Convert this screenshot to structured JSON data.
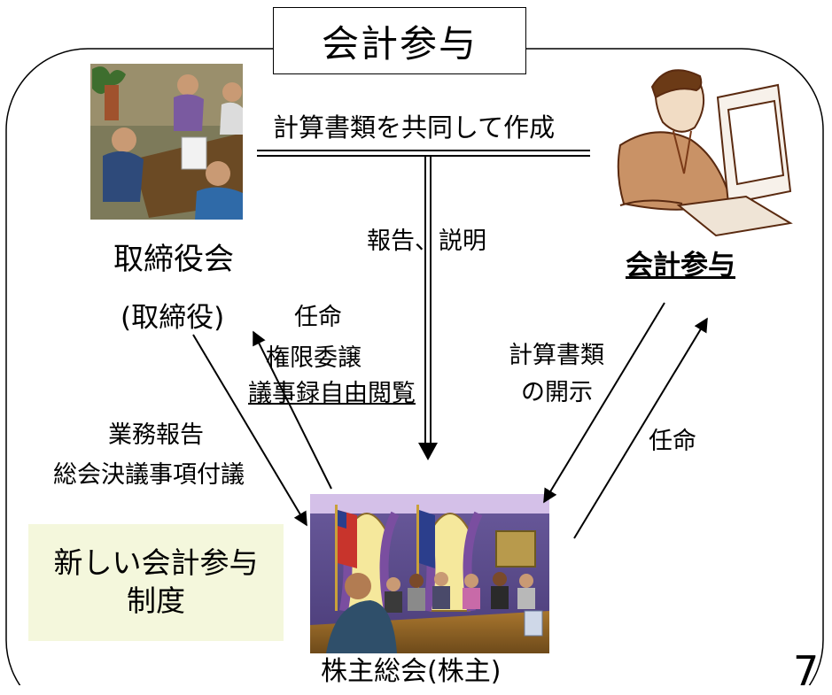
{
  "title": "会計参与",
  "nodes": {
    "board": {
      "label": "取締役会",
      "sub": "(取締役)"
    },
    "accounting_advisor": {
      "label": "会計参与"
    },
    "shareholders": {
      "label": "株主総会(株主)"
    }
  },
  "edges": {
    "joint_preparation": "計算書類を共同して作成",
    "report_explain": "報告、説明",
    "appoint_left": "任命",
    "delegation": "権限委譲",
    "minutes": "議事録自由閲覧",
    "business_report": "業務報告",
    "agenda": "総会決議事項付議",
    "disclosure_line1": "計算書類",
    "disclosure_line2": "の開示",
    "appoint_right": "任命"
  },
  "note": {
    "line1": "新しい会計参与",
    "line2": "制度"
  },
  "page_number": "7"
}
